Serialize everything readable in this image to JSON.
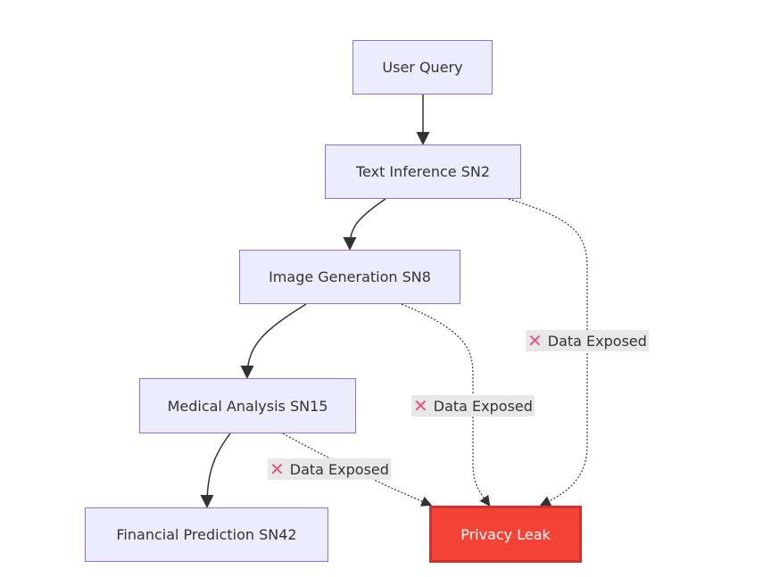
{
  "nodes": {
    "user_query": "User Query",
    "text_inference": "Text Inference SN2",
    "image_generation": "Image Generation SN8",
    "medical_analysis": "Medical Analysis SN15",
    "financial_prediction": "Financial Prediction SN42",
    "privacy_leak": "Privacy Leak"
  },
  "edge_labels": {
    "text_to_leak": "Data Exposed",
    "image_to_leak": "Data Exposed",
    "medical_to_leak": "Data Exposed"
  },
  "icons": {
    "exposed": "cross-mark-icon",
    "exposed_glyph": "✕"
  }
}
